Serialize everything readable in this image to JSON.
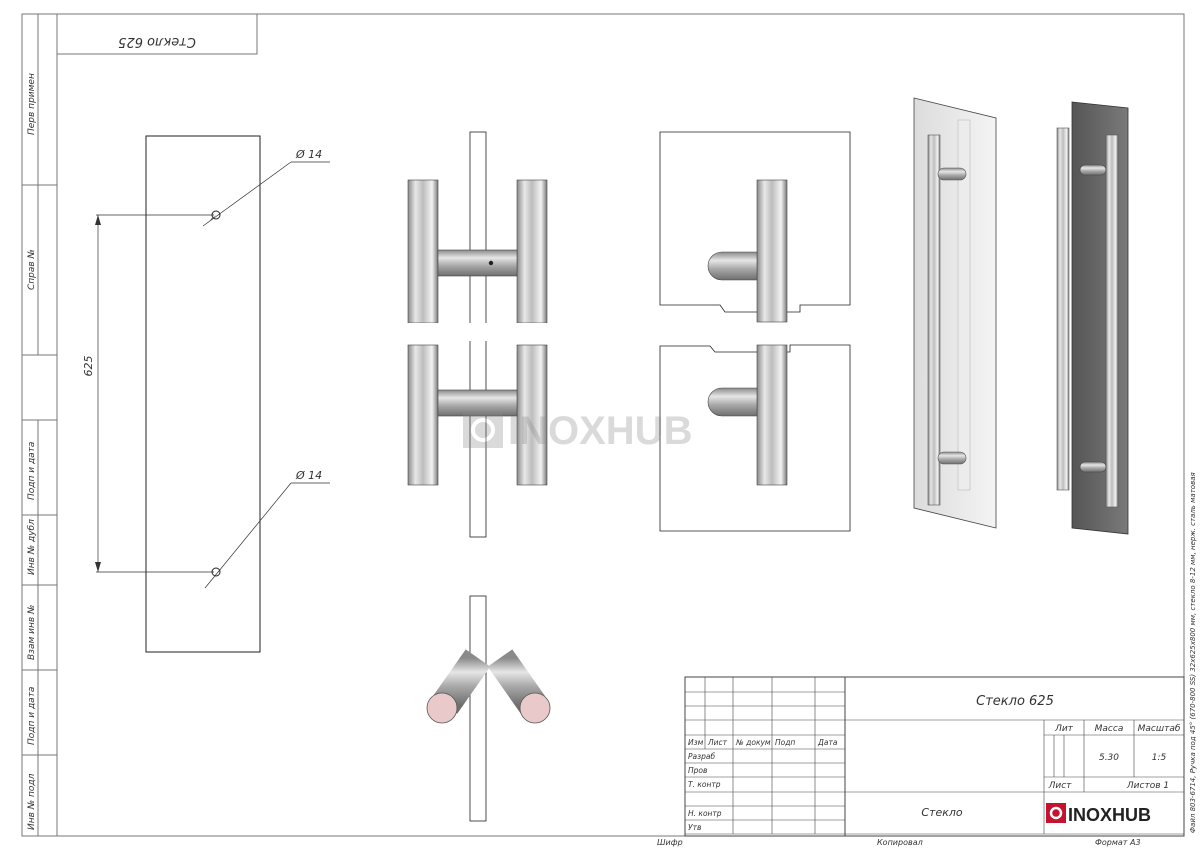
{
  "stamp_mirrored": "Стекло 625",
  "sidebar": [
    "Перв примен",
    "Справ №",
    "Подп и дата",
    "Инв № дубл",
    "Взам инв №",
    "Подп и дата",
    "Инв № подл"
  ],
  "dims": {
    "diameter_top": "Ø 14",
    "diameter_bottom": "Ø 14",
    "length": "625"
  },
  "watermark": "INOXHUB",
  "title_block": {
    "title": "Стекло 625",
    "lit_label": "Лит",
    "mass_label": "Масса",
    "scale_label": "Масштаб",
    "mass_value": "5.30",
    "scale_value": "1:5",
    "sheet_label": "Лист",
    "sheets_label": "Листов 1",
    "material": "Стекло",
    "rows": [
      "Изм",
      "Лист",
      "№ докум",
      "Подп",
      "Дата",
      "Разраб",
      "Пров",
      "Т. контр",
      "Н. контр",
      "Утв"
    ],
    "logo": "INOXHUB",
    "bottom": {
      "cipher": "Шифр",
      "copied": "Копировал",
      "format": "Формат А3"
    }
  },
  "file_note": "Файл 803-6714, Ручка под 45° (670-800 SS) 32x625x800 мм, стекло 8-12 мм, нерж. сталь матовая"
}
